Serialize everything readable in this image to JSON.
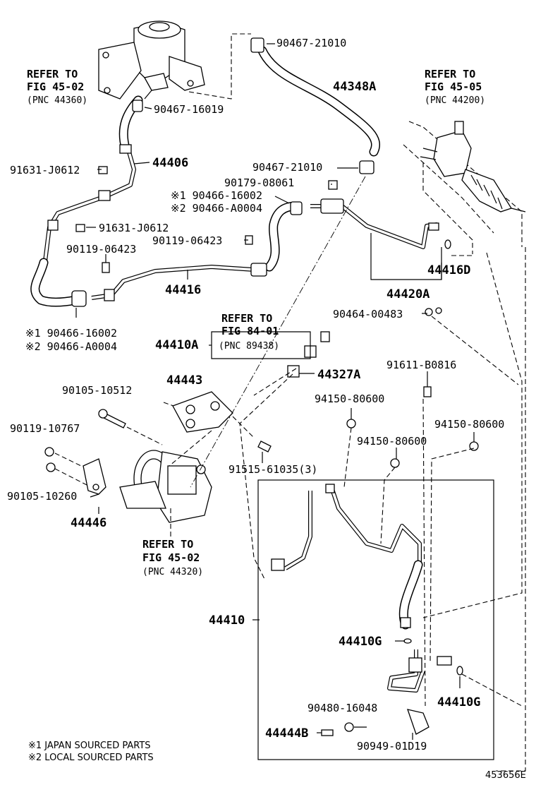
{
  "diagram_id": "453656E",
  "notes": [
    "※1 JAPAN SOURCED PARTS",
    "※2 LOCAL SOURCED PARTS"
  ],
  "refs": {
    "top_left": [
      "REFER TO",
      "FIG 45-02",
      "(PNC 44360)"
    ],
    "top_right": [
      "REFER TO",
      "FIG 45-05",
      "(PNC 44200)"
    ],
    "middle": [
      "REFER TO",
      "FIG 84-01",
      "(PNC 89438)"
    ],
    "bottom": [
      "REFER TO",
      "FIG 45-02",
      "(PNC 44320)"
    ]
  },
  "parts": {
    "p_90467_21010_top": "90467-21010",
    "p_44348A": "44348A",
    "p_90467_16019": "90467-16019",
    "p_44406": "44406",
    "p_91631_J0612_a": "91631-J0612",
    "p_90467_21010_mid": "90467-21010",
    "p_90179_08061": "90179-08061",
    "p_90466_16002_top": "※1 90466-16002",
    "p_90466_A0004_top": "※2 90466-A0004",
    "p_91631_J0612_b": "91631-J0612",
    "p_90119_06423_a": "90119-06423",
    "p_90119_06423_b": "90119-06423",
    "p_44416": "44416",
    "p_44416D": "44416D",
    "p_44420A": "44420A",
    "p_90464_00483": "90464-00483",
    "p_90466_16002_bot": "※1 90466-16002",
    "p_90466_A0004_bot": "※2 90466-A0004",
    "p_44410A": "44410A",
    "p_44327A": "44327A",
    "p_91611_B0816": "91611-B0816",
    "p_90105_10512": "90105-10512",
    "p_44443": "44443",
    "p_94150_80600_a": "94150-80600",
    "p_94150_80600_b": "94150-80600",
    "p_94150_80600_c": "94150-80600",
    "p_90119_10767": "90119-10767",
    "p_91515_61035": "91515-61035(3)",
    "p_90105_10260": "90105-10260",
    "p_44446": "44446",
    "p_44410": "44410",
    "p_44410G_a": "44410G",
    "p_44410G_b": "44410G",
    "p_90480_16048": "90480-16048",
    "p_44444B": "44444B",
    "p_90949_01D19": "90949-01D19"
  }
}
